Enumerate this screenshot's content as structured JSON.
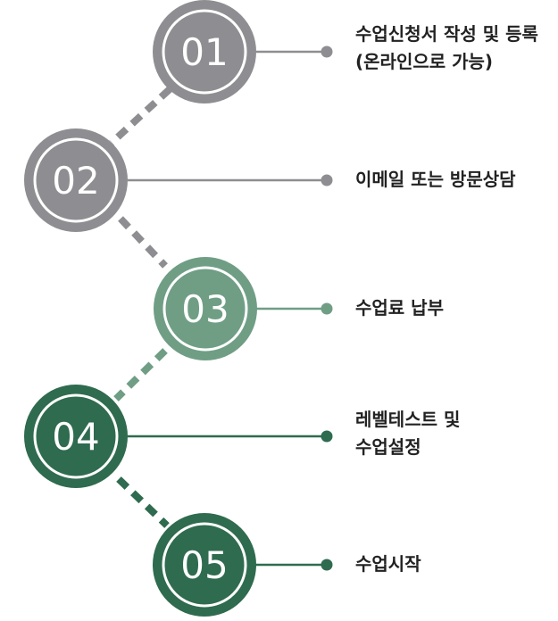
{
  "steps": [
    {
      "number": "01",
      "lines": [
        "수업신청서 작성 및 등록",
        "(온라인으로 가능)"
      ],
      "color": "#8e8e92"
    },
    {
      "number": "02",
      "lines": [
        "이메일 또는 방문상담"
      ],
      "color": "#8e8e92"
    },
    {
      "number": "03",
      "lines": [
        "수업료 납부"
      ],
      "color": "#6f9e85"
    },
    {
      "number": "04",
      "lines": [
        "레벨테스트 및",
        "수업설정"
      ],
      "color": "#2f6b4e"
    },
    {
      "number": "05",
      "lines": [
        "수업시작"
      ],
      "color": "#2f6b4e"
    }
  ]
}
